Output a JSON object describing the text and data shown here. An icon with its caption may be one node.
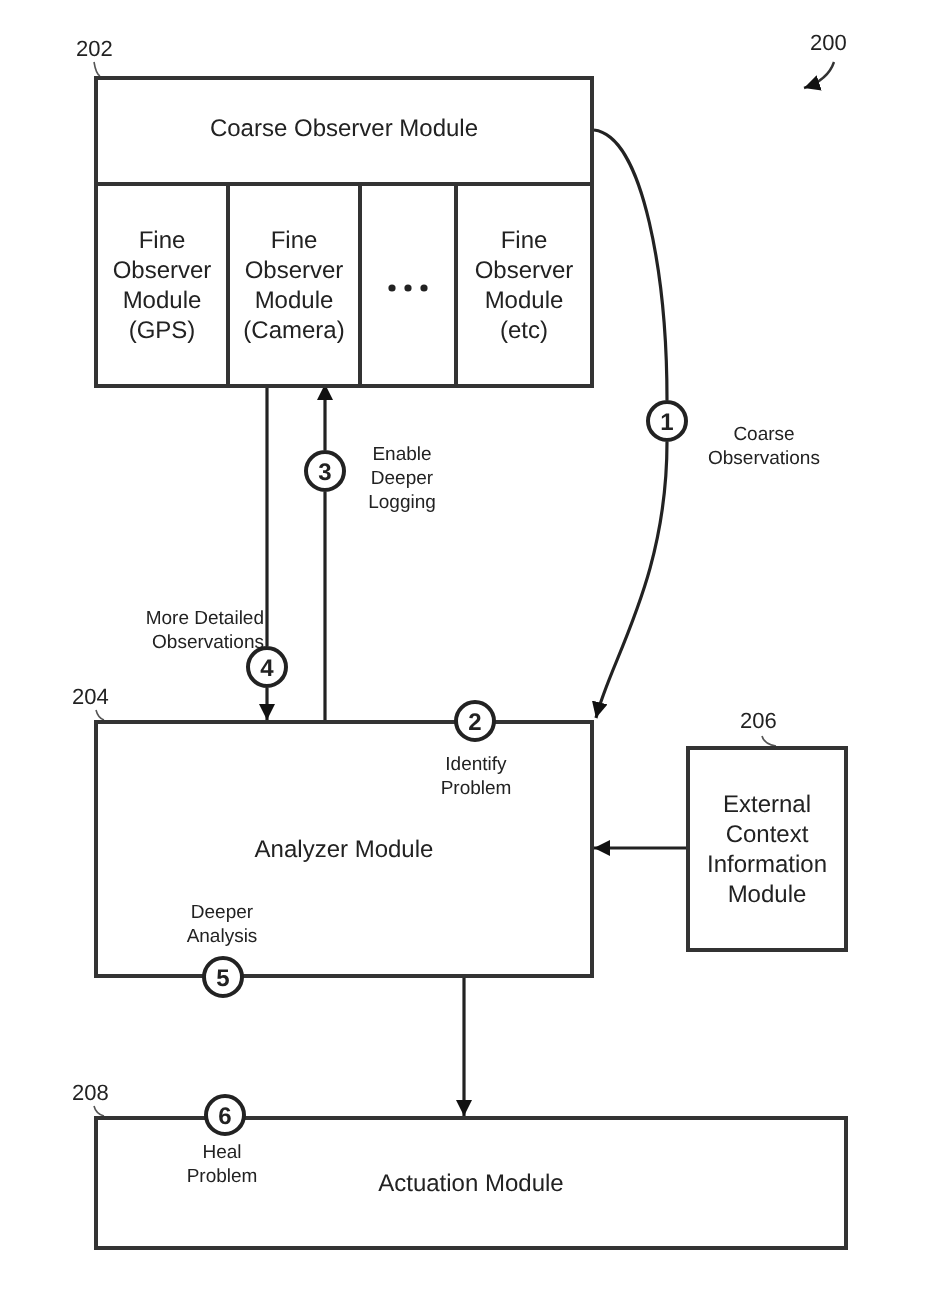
{
  "diagram": {
    "nodes": [
      {
        "text": [
          "Coarse Observer Module"
        ],
        "beside": [
          "202"
        ]
      },
      {
        "text": [
          "Fine Observer Module (GPS)"
        ],
        "in": 0
      },
      {
        "text": [
          "Fine Observer Module (Camera)"
        ],
        "in": 0
      },
      {
        "text": [
          "Fine Observer Module (etc)"
        ],
        "in": 0
      },
      {
        "text": [
          "1"
        ],
        "beside": [
          "Coarse Observations"
        ]
      },
      {
        "text": [
          "3"
        ],
        "beside": [
          "Enable Deeper Logging"
        ]
      },
      {
        "text": [
          "4"
        ],
        "beside": [
          "More Detailed Observations"
        ]
      },
      {
        "text": [
          "Analyzer Module"
        ],
        "beside": [
          "204"
        ]
      },
      {
        "text": [
          "2"
        ]
      },
      {
        "text": [
          "External Context Information Module"
        ],
        "beside": [
          "206"
        ]
      },
      {
        "text": [
          "5"
        ]
      },
      {
        "text": [
          "Actuation Module"
        ],
        "beside": [
          "208"
        ]
      },
      {
        "text": [
          "6"
        ]
      }
    ],
    "edges": [
      {
        "from": 0,
        "to": 4,
        "arrow": "none"
      },
      {
        "from": 4,
        "to": 7,
        "arrow": "to"
      },
      {
        "from": 2,
        "to": 6,
        "arrow": "none"
      },
      {
        "from": 6,
        "to": 7,
        "arrow": "to"
      },
      {
        "from": 7,
        "to": 5,
        "arrow": "none"
      },
      {
        "from": 5,
        "to": 2,
        "arrow": "to"
      },
      {
        "from": 9,
        "to": 7,
        "arrow": "to"
      },
      {
        "from": 7,
        "to": 11,
        "arrow": "to"
      }
    ],
    "labels": [
      "200",
      "Identify Problem",
      "Deeper Analysis",
      "Heal Problem"
    ]
  }
}
